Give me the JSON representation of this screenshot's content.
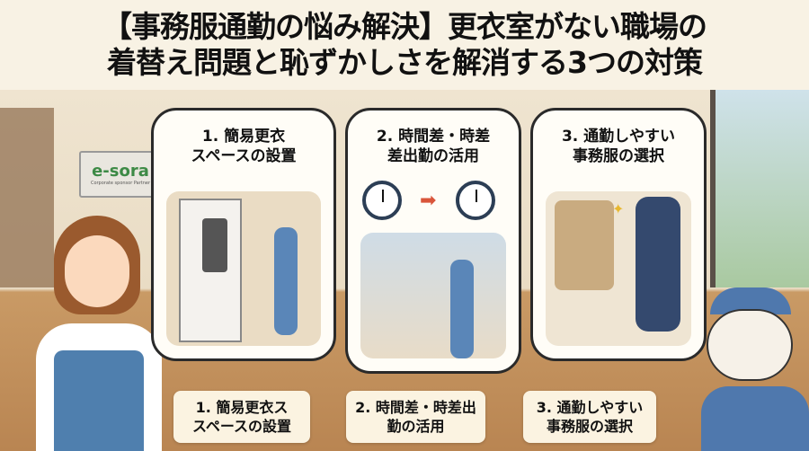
{
  "title": {
    "line1": "【事務服通勤の悩み解決】更衣室がない職場の",
    "line2": "着替え問題と恥ずかしさを解消する3つの対策"
  },
  "sign": {
    "logo_text": "e-sora",
    "tagline": "Corporate sponsor Partner"
  },
  "panels": [
    {
      "line1": "1. 簡易更衣",
      "line2": "スペースの設置"
    },
    {
      "line1": "2. 時間差・時差",
      "line2": "差出勤の活用"
    },
    {
      "line1": "3. 通勤しやすい",
      "line2": "事務服の選択"
    }
  ],
  "labels": [
    {
      "line1": "1. 簡易更衣ス",
      "line2": "スペースの設置"
    },
    {
      "line1": "2. 時間差・時差出",
      "line2": "勤の活用"
    },
    {
      "line1": "3. 通勤しやすい",
      "line2": "事務服の選択"
    }
  ],
  "icons": [
    "clock-icon",
    "arrow-right-icon",
    "clock-icon",
    "sparkle-icon"
  ],
  "colors": {
    "outline": "#2a2a2a",
    "bubble": "#fffdf7",
    "label_bg": "#fbf3e1",
    "floor": "#c99a65"
  }
}
